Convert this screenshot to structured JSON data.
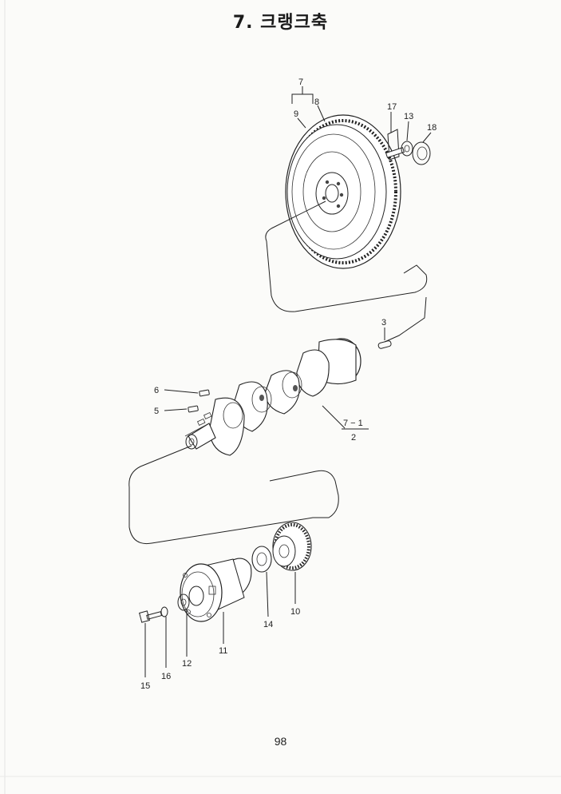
{
  "title": "7. 크랭크축",
  "page_number": "98",
  "labels": {
    "p7": "7",
    "p8": "8",
    "p9": "9",
    "p17": "17",
    "p13": "13",
    "p18": "18",
    "p3": "3",
    "p6": "6",
    "p5": "5",
    "p7_1": "7 − 1",
    "p2": "2",
    "p10": "10",
    "p14": "14",
    "p11": "11",
    "p12": "12",
    "p16": "16",
    "p15": "15"
  }
}
